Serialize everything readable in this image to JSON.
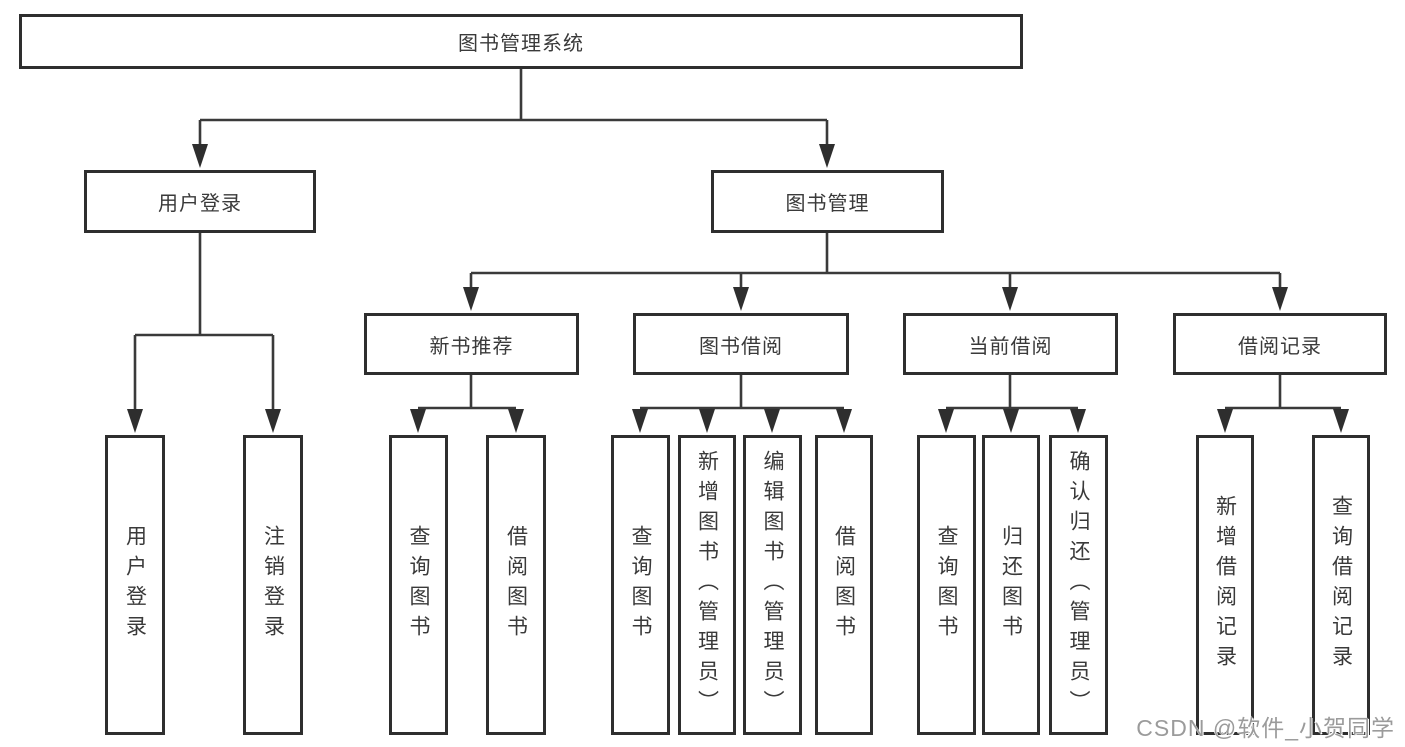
{
  "diagram": {
    "root_label": "图书管理系统",
    "level2": [
      {
        "label": "用户登录"
      },
      {
        "label": "图书管理"
      }
    ],
    "level3": [
      {
        "label": "新书推荐"
      },
      {
        "label": "图书借阅"
      },
      {
        "label": "当前借阅"
      },
      {
        "label": "借阅记录"
      }
    ],
    "leaves": {
      "login": [
        "用户登录",
        "注销登录"
      ],
      "recommend": [
        "查询图书",
        "借阅图书"
      ],
      "borrow": [
        "查询图书",
        "新增图书（管理员）",
        "编辑图书（管理员）",
        "借阅图书"
      ],
      "current": [
        "查询图书",
        "归还图书",
        "确认归还（管理员）"
      ],
      "records": [
        "新增借阅记录",
        "查询借阅记录"
      ]
    }
  },
  "watermark": "CSDN @软件_小贺同学",
  "colors": {
    "line": "#3a3a3a",
    "box_border": "#2e2e2e",
    "text": "#3a3a3a",
    "watermark": "#9b9b9b",
    "background": "#ffffff"
  }
}
